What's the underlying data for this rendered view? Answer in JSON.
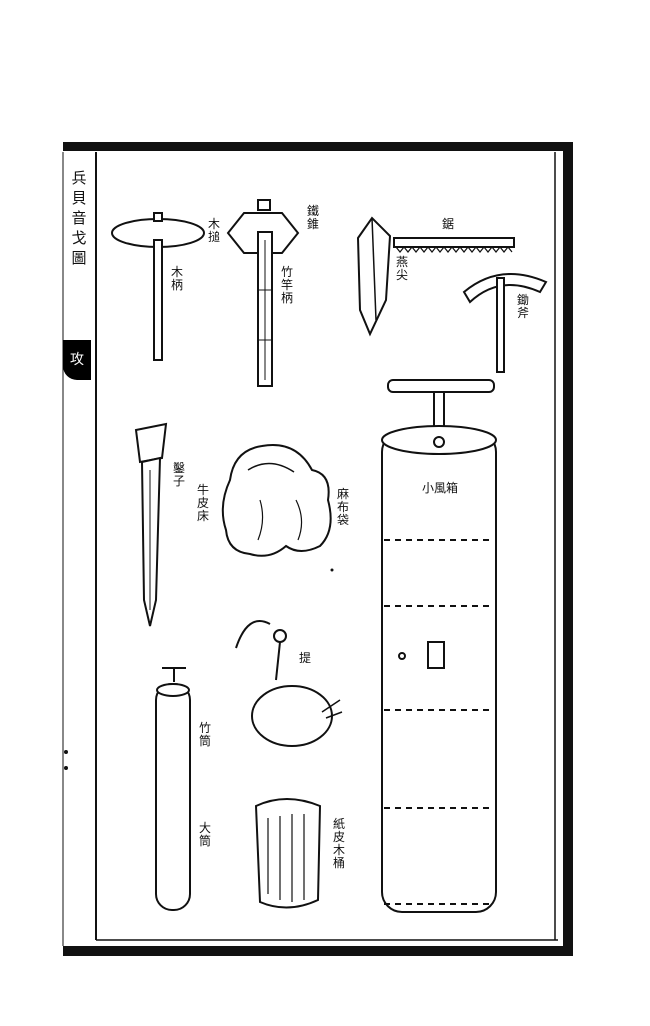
{
  "side_title": [
    "兵",
    "貝",
    "音",
    "戈",
    "圖"
  ],
  "tab_mark": "攻",
  "labels": {
    "mu_chui": "木搥",
    "mu_bing": "木柄",
    "tie_zhui": "鐵錐",
    "zhu_gan_bing": "竹竿柄",
    "yan_jian": "燕尖",
    "ju": "鋸",
    "chu_fu": "鋤斧",
    "zhao_zi": "鑿子",
    "niu_pi_chuang": "牛皮床",
    "ma_bu_dai": "麻布袋",
    "xiao_yan_xiang": "小風箱",
    "ti": "提",
    "zhu_tong": "竹筒",
    "da_tong": "大筒",
    "zhi_pi_mu_tong": "紙皮木桶"
  }
}
